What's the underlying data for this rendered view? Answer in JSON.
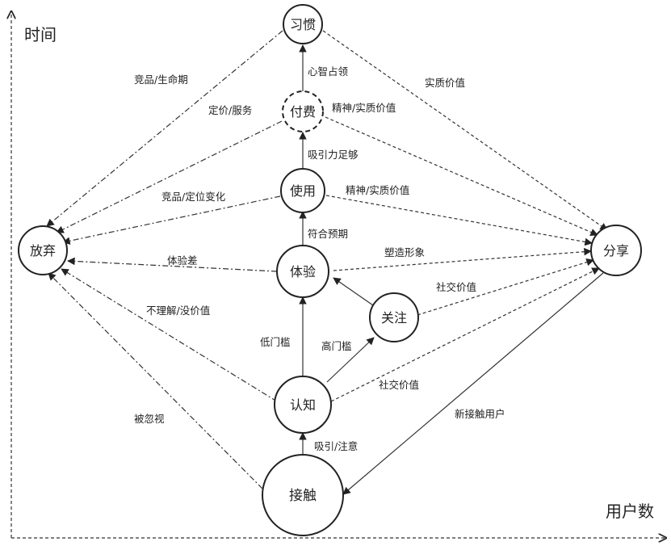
{
  "axes": {
    "y_label": "时间",
    "x_label": "用户数"
  },
  "nodes": {
    "habit": "习惯",
    "pay": "付费",
    "use": "使用",
    "experience": "体验",
    "follow": "关注",
    "cognition": "认知",
    "contact": "接触",
    "abandon": "放弃",
    "share": "分享"
  },
  "edge_labels": {
    "pay_to_habit": "心智占领",
    "use_to_pay": "吸引力足够",
    "exp_to_use": "符合预期",
    "cog_to_exp": "低门槛",
    "cog_to_follow": "高门槛",
    "contact_to_cog": "吸引/注意",
    "habit_to_abandon": "竞品/生命期",
    "pay_to_abandon": "定价/服务",
    "use_to_abandon": "竞品/定位变化",
    "exp_to_abandon": "体验差",
    "cog_to_abandon": "不理解/没价值",
    "contact_to_abandon": "被忽视",
    "habit_to_share": "实质价值",
    "pay_to_share": "精神/实质价值",
    "use_to_share": "精神/实质价值",
    "exp_to_share": "塑造形象",
    "follow_to_share": "社交价值",
    "cog_to_share": "社交价值",
    "share_to_contact": "新接触用户"
  }
}
